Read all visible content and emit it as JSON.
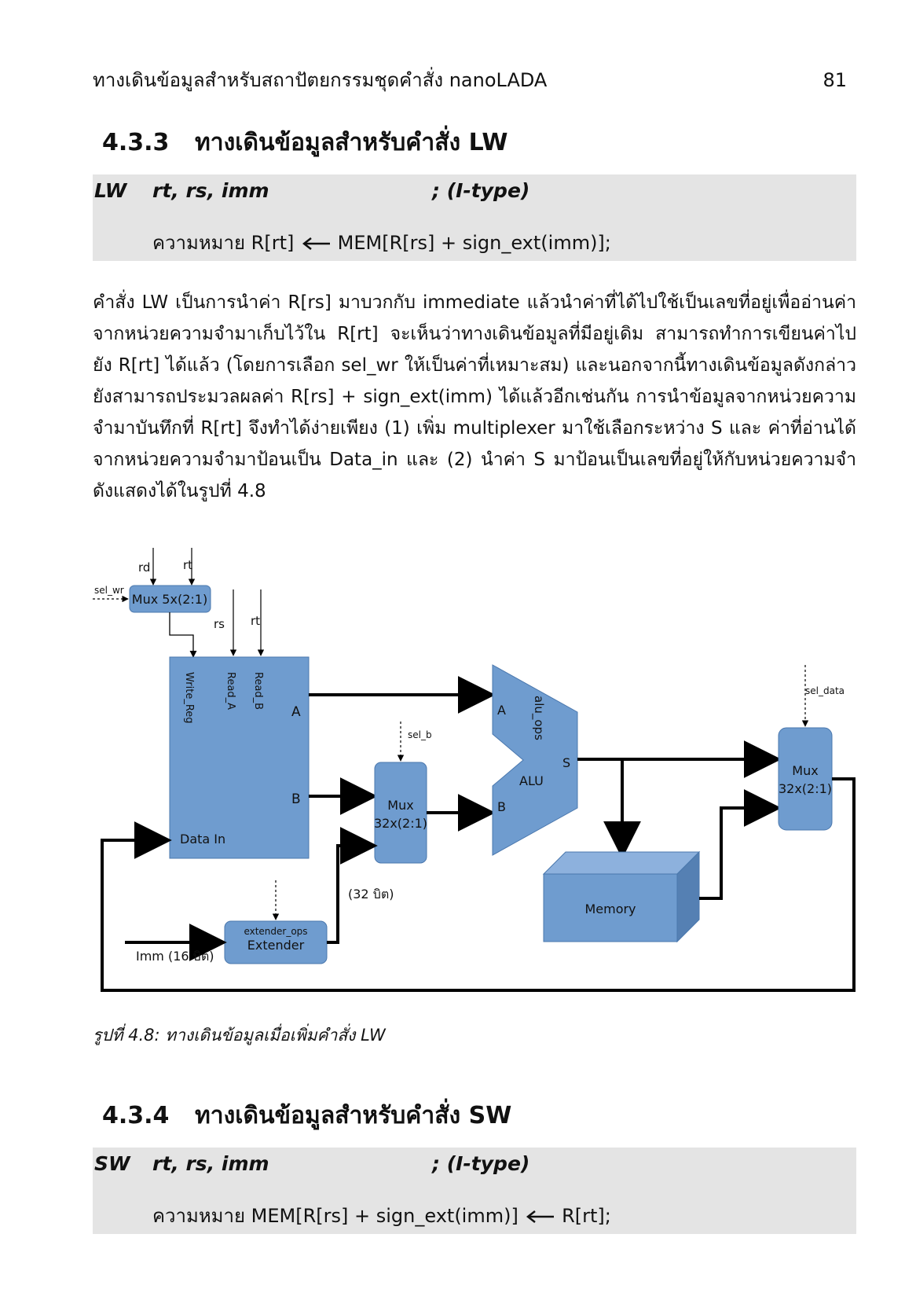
{
  "header": {
    "title": "ทางเดินข้อมูลสำหรับสถาปัตยกรรมชุดคำสั่ง nanoLADA",
    "page_number": "81"
  },
  "section_lw": {
    "number": "4.3.3",
    "title": "ทางเดินข้อมูลสำหรับคำสั่ง LW",
    "opcode": "LW",
    "args": "rt, rs, imm",
    "type": "; (I-type)",
    "meaning_label": "ความหมาย",
    "meaning_left": "R[rt]",
    "meaning_right": "MEM[R[rs] + sign_ext(imm)];"
  },
  "paragraph": "คำสั่ง LW เป็นการนำค่า R[rs] มาบวกกับ immediate แล้วนำค่าที่ได้ไปใช้เป็นเลขที่อยู่เพื่ออ่านค่าจากหน่วยความจำมาเก็บไว้ใน R[rt] จะเห็นว่าทางเดินข้อมูลที่มีอยู่เดิม สามารถทำการเขียนค่าไปยัง R[rt] ได้แล้ว (โดยการเลือก sel_wr ให้เป็นค่าที่เหมาะสม) และนอกจากนี้ทางเดินข้อมูลดังกล่าวยังสามารถประมวลผลค่า R[rs] + sign_ext(imm) ได้แล้วอีกเช่นกัน การนำข้อมูลจากหน่วยความจำมาบันทึกที่ R[rt] จึงทำได้ง่ายเพียง (1) เพิ่ม multiplexer มาใช้เลือกระหว่าง S และ ค่าที่อ่านได้จากหน่วยความจำมาป้อนเป็น Data_in และ (2) นำค่า S มาป้อนเป็นเลขที่อยู่ให้กับหน่วยความจำ ดังแสดงได้ในรูปที่ 4.8",
  "figure": {
    "rd": "rd",
    "rt": "rt",
    "sel_wr": "sel_wr",
    "mux5": "Mux 5x(2:1)",
    "rs": "rs",
    "rt2": "rt",
    "write_reg": "Write_Reg",
    "read_a": "Read_A",
    "read_b": "Read_B",
    "port_a": "A",
    "port_b": "B",
    "data_in": "Data In",
    "sel_b": "sel_b",
    "mux_b_line1": "Mux",
    "mux_b_line2": "32x(2:1)",
    "alu_ops": "alu_ops",
    "alu": "ALU",
    "alu_a": "A",
    "alu_b": "B",
    "alu_s": "S",
    "sel_data": "sel_data",
    "mux_d_line1": "Mux",
    "mux_d_line2": "32x(2:1)",
    "memory": "Memory",
    "bits32": "(32 บิต)",
    "extender_ops": "extender_ops",
    "extender": "Extender",
    "imm": "Imm (16 บิต)",
    "caption": "รูปที่ 4.8: ทางเดินข้อมูลเมื่อเพิ่มคำสั่ง LW"
  },
  "section_sw": {
    "number": "4.3.4",
    "title": "ทางเดินข้อมูลสำหรับคำสั่ง SW",
    "opcode": "SW",
    "args": "rt, rs, imm",
    "type": "; (I-type)",
    "meaning_label": "ความหมาย",
    "meaning_left": "MEM[R[rs] + sign_ext(imm)]",
    "meaning_right": "R[rt];"
  },
  "colors": {
    "block_fill": "#6f9ccf",
    "block_stroke": "#4a77ad",
    "code_bg": "#e4e4e4"
  }
}
